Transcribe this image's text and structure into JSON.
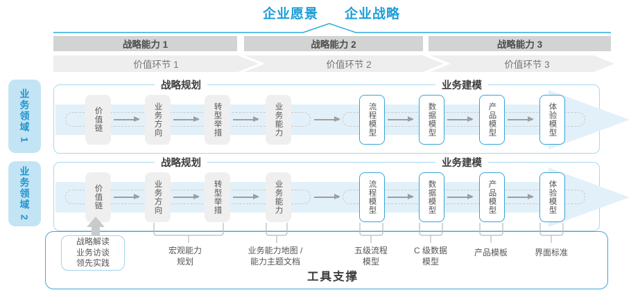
{
  "titles": {
    "vision": "企业愿景",
    "strategy": "企业战略"
  },
  "capabilities": [
    "战略能力 1",
    "战略能力 2",
    "战略能力 3"
  ],
  "value_links": [
    "价值环节 1",
    "价值环节 2",
    "价值环节 3"
  ],
  "domains": [
    "业务领域 1",
    "业务领域 2"
  ],
  "lane_headers": {
    "planning": "战略规划",
    "modeling": "业务建模"
  },
  "boxes": {
    "gray": [
      "价值链",
      "业务方向",
      "转型举措",
      "业务能力"
    ],
    "blue": [
      "流程模型",
      "数据模型",
      "产品模型",
      "体验模型"
    ]
  },
  "annotations": {
    "sources": "战略解读\n业务访谈\n领先实践",
    "macro": "宏观能力\n规划",
    "capmap": "业务能力地图 /\n能力主题文档",
    "process": "五级流程\n模型",
    "datamodel": "C 级数据\n模型",
    "product": "产品模板",
    "ui": "界面标准"
  },
  "footer": "工具支撑",
  "colors": {
    "accent_blue": "#1b9dd9",
    "line_blue": "#2ba7dd",
    "lane_border": "#a6d8ee",
    "box_border_blue": "#35a3d8",
    "flow_band": "#e2f0f9",
    "domain_tab_fill": "#c3e4f4",
    "capability_bar": "#d2d3d3",
    "value_link_bar": "#eeeeee",
    "gray_box": "#efefef",
    "bracket_gray": "#b9b9b9",
    "text_dark": "#3c3c3c",
    "text_gray": "#555555"
  }
}
